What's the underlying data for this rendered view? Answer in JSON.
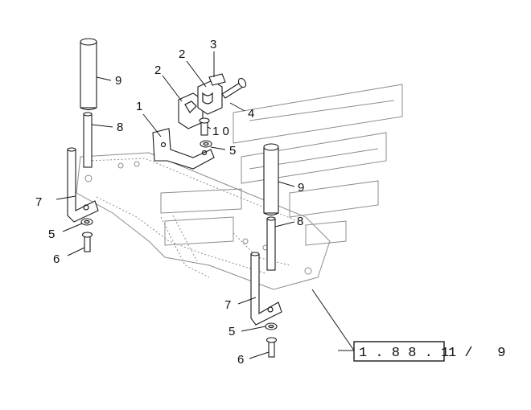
{
  "diagram": {
    "callouts": {
      "c1": "1",
      "c2a": "2",
      "c2b": "2",
      "c3": "3",
      "c4": "4",
      "c10": "1 0",
      "c5_top": "5",
      "c9_left": "9",
      "c8_left": "8",
      "c7_left": "7",
      "c5_left": "5",
      "c6_left": "6",
      "c9_right": "9",
      "c8_right": "8",
      "c7_right": "7",
      "c5_right": "5",
      "c6_right": "6"
    },
    "reference": {
      "code": "1 . 8 8 . 1",
      "page": "1 /   9"
    }
  }
}
